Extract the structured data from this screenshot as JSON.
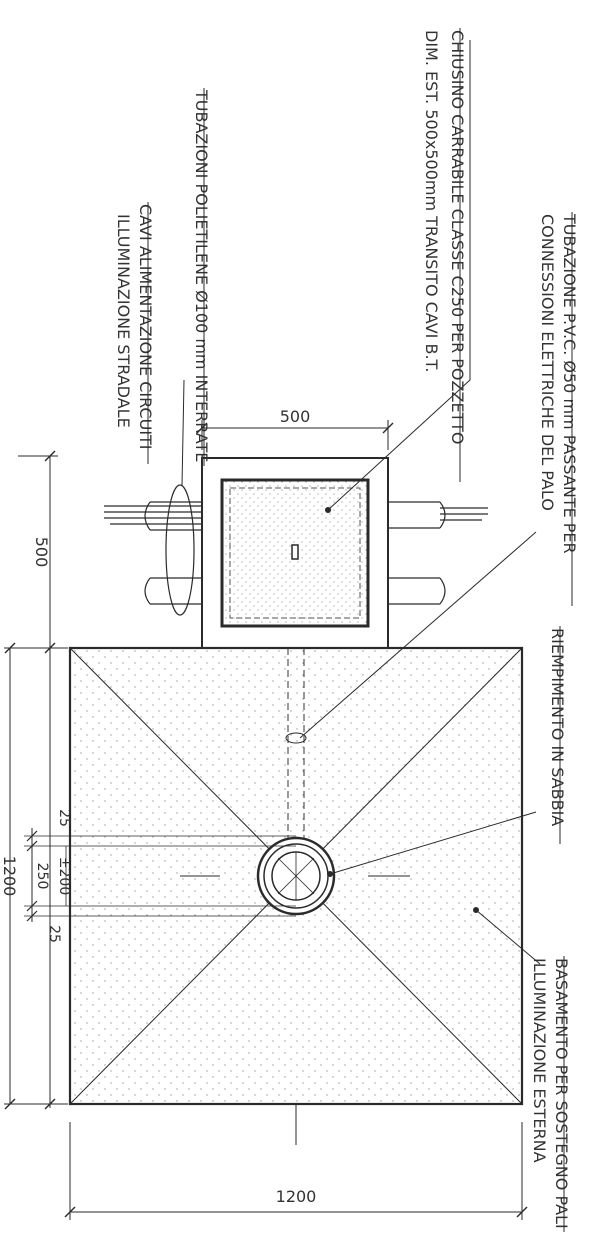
{
  "notes": {
    "chiusino_line1": "CHIUSINO CARRABILE CLASSE C250 PER POZZETTO",
    "chiusino_line2": "DIM. EST. 500x500mm TRANSITO CAVI B.T.",
    "tubazioni_line1": "TUBAZIONI POLIETILENE Ø100 mm INTERRATE",
    "tubazioni_line2": "CAVI ALIMENTAZIONE CIRCUITI",
    "tubazioni_line3": "ILLUMINAZIONE STRADALE",
    "pvc_line1": "TUBAZIONE P.V.C. Ø50 mm PASSANTE PER",
    "pvc_line2": "CONNESSIONI ELETTRICHE DEL PALO",
    "sabbia": "RIEMPIMENTO IN SABBIA",
    "basamento_line1": "BASAMENTO PER SOSTEGNO PALI",
    "basamento_line2": "ILLUMINAZIONE ESTERNA"
  },
  "dimensions": {
    "pozzetto_width": "500",
    "pozzetto_height": "500",
    "base_height": "1200",
    "base_width": "1200",
    "edge_a": "25",
    "ring": "±200",
    "hole": "250",
    "edge_b": "25"
  }
}
